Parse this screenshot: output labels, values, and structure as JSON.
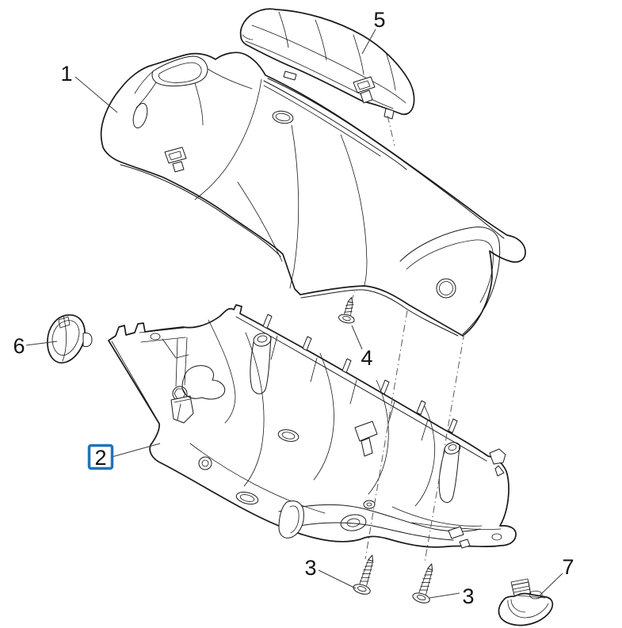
{
  "diagram": {
    "background_color": "#ffffff",
    "line_color": "#1a1a1a",
    "highlight_color": "#2173bb",
    "callouts": [
      {
        "label": "1",
        "highlighted": false
      },
      {
        "label": "2",
        "highlighted": true
      },
      {
        "label": "3",
        "highlighted": false
      },
      {
        "label": "3",
        "highlighted": false
      },
      {
        "label": "4",
        "highlighted": false
      },
      {
        "label": "5",
        "highlighted": false
      },
      {
        "label": "6",
        "highlighted": false
      },
      {
        "label": "7",
        "highlighted": false
      }
    ]
  }
}
